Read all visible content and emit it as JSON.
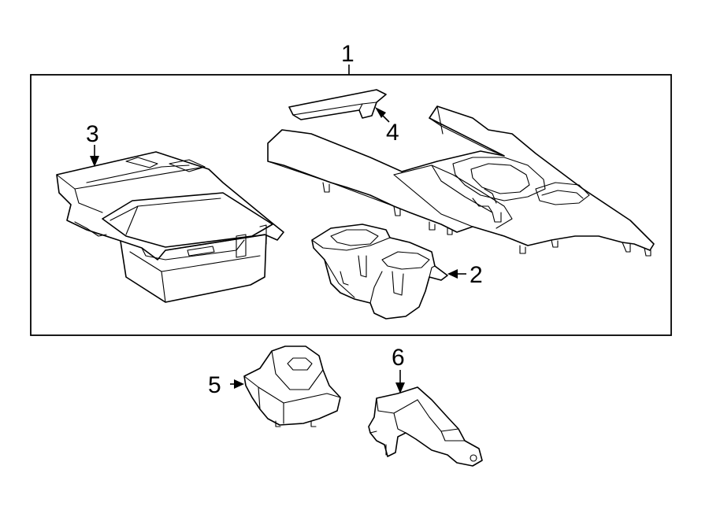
{
  "colors": {
    "line": "#000000",
    "background": "#ffffff"
  },
  "callouts": {
    "c1": "1",
    "c2": "2",
    "c3": "3",
    "c4": "4",
    "c5": "5",
    "c6": "6"
  }
}
